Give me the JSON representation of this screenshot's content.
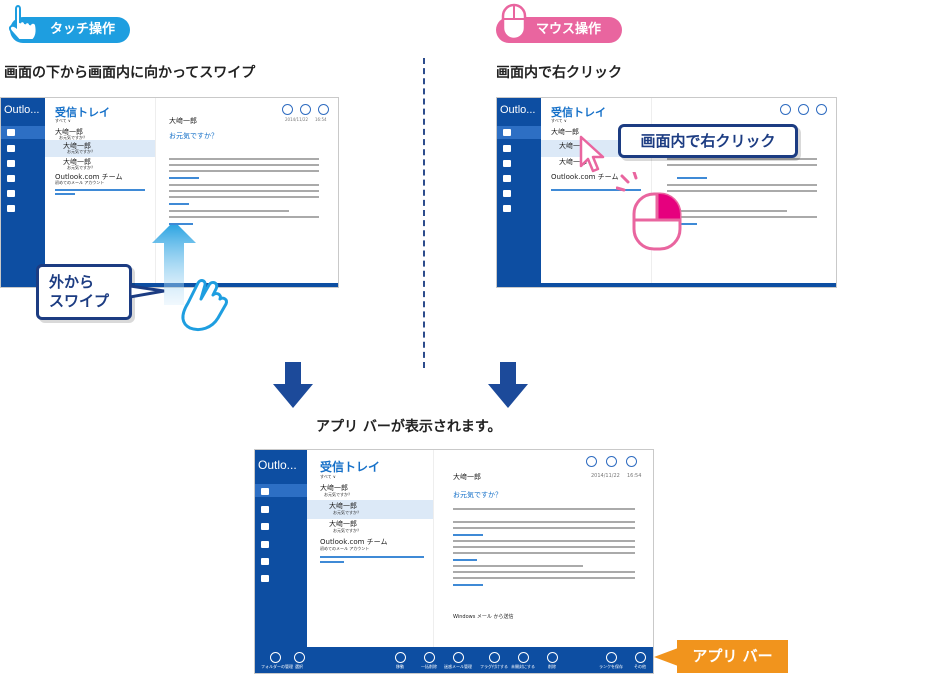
{
  "touch": {
    "tag": "タッチ操作",
    "heading": "画面の下から画面内に向かってスワイプ",
    "callout_line1": "外から",
    "callout_line2": "スワイプ"
  },
  "mouse": {
    "tag": "マウス操作",
    "heading": "画面内で右クリック",
    "callout": "画面内で右クリック"
  },
  "result": {
    "caption": "アプリ バーが表示されます。",
    "label": "アプリ バー"
  },
  "mail": {
    "app_title": "Outlo...",
    "folder": "受信トレイ",
    "filter": "すべて ∨",
    "items": [
      {
        "from": "大﨑一郎",
        "subject": "お元気ですか？"
      },
      {
        "from": "大﨑一郎",
        "subject": "お元気ですか？"
      },
      {
        "from": "大﨑一郎",
        "subject": "お元気ですか？"
      },
      {
        "from": "Outlook.com チーム",
        "subject": "初めてのメール アカウント"
      }
    ],
    "sender": "大﨑一郎",
    "date": "2014/11/22",
    "time": "16:54",
    "message_subject": "お元気ですか？",
    "body_link": "Windows メール から送信"
  },
  "appbar": {
    "left_buttons": [
      "フォルダーの管理",
      "選択"
    ],
    "right_buttons": [
      "移動",
      "一括削除",
      "迷惑メール管理",
      "フラグ付けする",
      "未開封にする",
      "削除",
      "ランクを保存",
      "その他"
    ]
  },
  "colors": {
    "touch": "#1e9ee0",
    "mouse": "#e9659f",
    "navy": "#1c3c82",
    "orange": "#f1941d",
    "app_blue": "#0d4ea2"
  }
}
